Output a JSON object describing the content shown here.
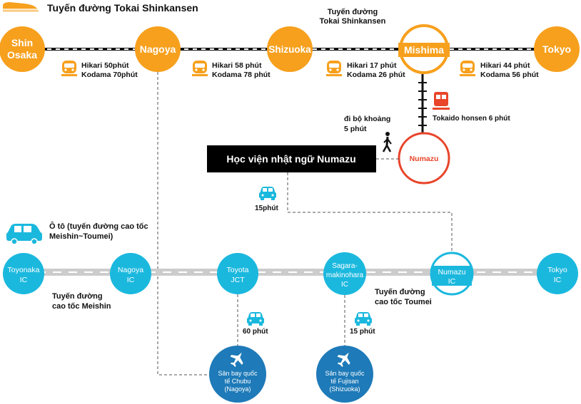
{
  "header": {
    "title": "Tuyến đường Tokai Shinkansen"
  },
  "shinkansen": {
    "line_label_1": "Tuyến đường",
    "line_label_2": "Tokai Shinkansen",
    "stations": [
      {
        "line1": "Shin",
        "line2": "Osaka"
      },
      {
        "line1": "Nagoya",
        "line2": ""
      },
      {
        "line1": "Shizuoka",
        "line2": ""
      },
      {
        "line1": "Mishima",
        "line2": ""
      },
      {
        "line1": "Tokyo",
        "line2": ""
      }
    ],
    "segments": [
      {
        "hikari": "Hikari 50phút",
        "kodama": "Kodama 70phút"
      },
      {
        "hikari": "Hikari 58 phút",
        "kodama": "Kodama 78 phút"
      },
      {
        "hikari": "Hikari 17 phút",
        "kodama": "Kodama 26 phút"
      },
      {
        "hikari": "Hikari 44 phút",
        "kodama": "Kodama 56 phút"
      }
    ]
  },
  "local": {
    "tokaido": "Tokaido honsen 6 phút",
    "numazu_station": "Numazu",
    "walk_1": "đi bộ khoảng",
    "walk_2": "5 phút",
    "school": "Học viện nhật ngữ Numazu",
    "car_time": "15phút"
  },
  "highway": {
    "car_label_1": "Ô tô  (tuyến đường cao tốc",
    "car_label_2": "Meishin~Toumei)",
    "meishin_1": "Tuyến đường",
    "meishin_2": "cao tốc Meishin",
    "toumei_1": "Tuyến đường",
    "toumei_2": "cao tốc Toumei",
    "interchanges": [
      {
        "line1": "Toyonaka",
        "line2": "IC",
        "line3": ""
      },
      {
        "line1": "Nagoya",
        "line2": "IC",
        "line3": ""
      },
      {
        "line1": "Toyota",
        "line2": "JCT",
        "line3": ""
      },
      {
        "line1": "Sagara-",
        "line2": "makinohara",
        "line3": "IC"
      },
      {
        "line1": "Numazu",
        "line2": "IC",
        "line3": ""
      },
      {
        "line1": "Tokyo",
        "line2": "IC",
        "line3": ""
      }
    ]
  },
  "airports": [
    {
      "time": "60 phút",
      "line1": "Sân bay quốc",
      "line2": "tế Chubu",
      "line3": "(Nagoya)"
    },
    {
      "time": "15 phút",
      "line1": "Sân bay quốc",
      "line2": "tế Fujisan",
      "line3": "(Shizuoka)"
    }
  ],
  "colors": {
    "orange": "#F7A01D",
    "red": "#E8452A",
    "cyan": "#1BB8DE",
    "navy": "#1E7AB8",
    "road": "#CCCCCC"
  }
}
